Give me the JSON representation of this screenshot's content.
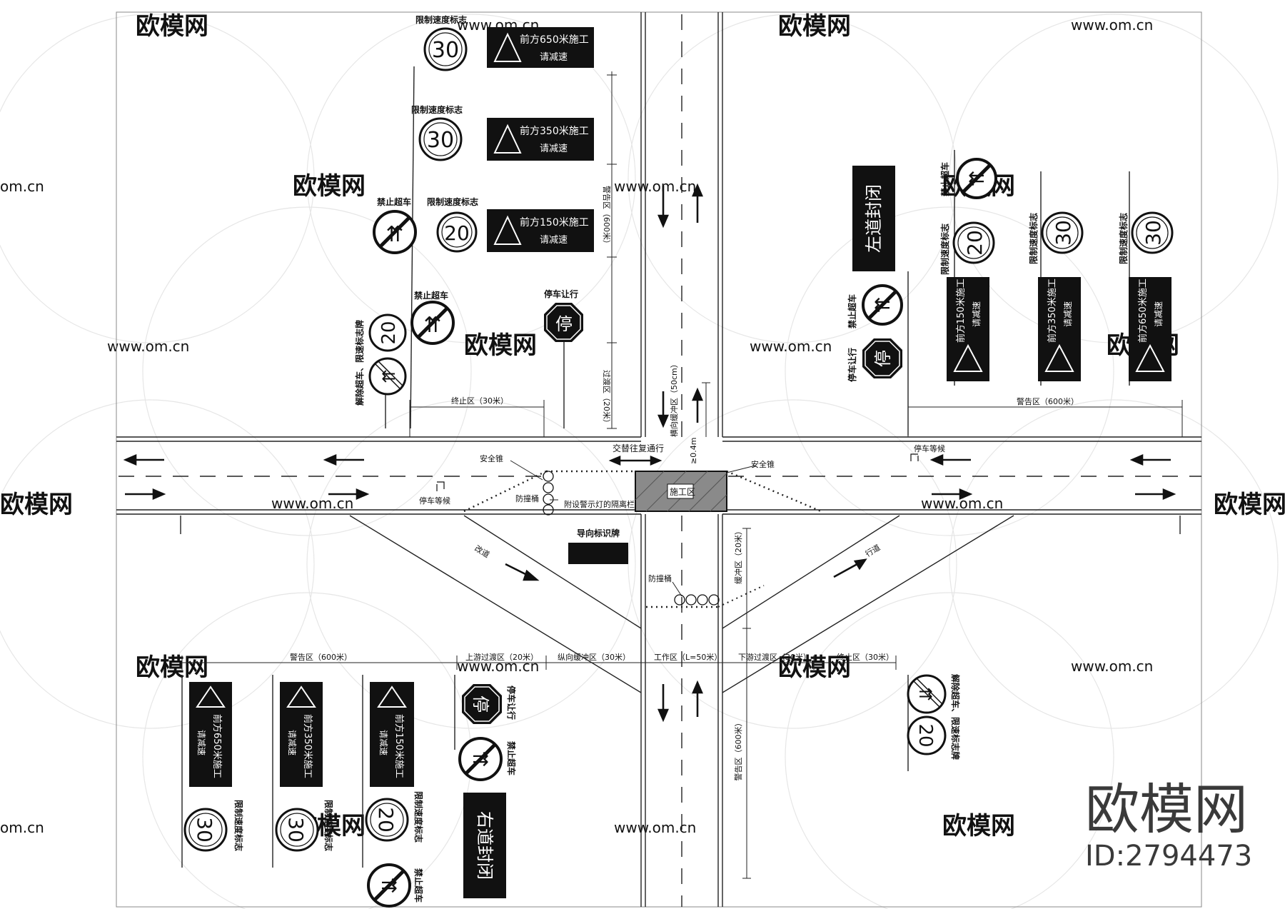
{
  "signs": {
    "speed_limit_label": "限制速度标志",
    "no_overtaking_label": "禁止超车",
    "stop_yield_label": "停车让行",
    "stop_char": "停",
    "end_restriction_label": "解除超车、限速标志牌",
    "warn_650": "前方650米施工",
    "warn_350": "前方350米施工",
    "warn_150": "前方150米施工",
    "slow_down": "请减速",
    "left_closed": "左道封闭",
    "right_closed": "右道封闭",
    "guide_sign": "导向标识牌",
    "speed_30": "30",
    "speed_20": "20"
  },
  "zones": {
    "warning_600": "警告区（600米）",
    "end_30": "终止区（30米）",
    "transition_20": "过渡区（20米）",
    "upstream_transition": "上游过渡区（20米）",
    "long_buffer": "纵向缓冲区（30米）",
    "work_zone": "工作区（L=50米）",
    "downstream_transition": "下游过渡区（30米）",
    "end_zone": "终止区（30米）",
    "buffer_20": "缓冲区（20米）",
    "lateral_buffer": "横向缓冲区（50cm）",
    "lateral_0": "≥0.4m",
    "construction": "施工区"
  },
  "annotations": {
    "safety_cone": "安全锥",
    "alternate_pass": "交替往复通行",
    "stop_wait": "停车等候",
    "barrier": "防撞桶",
    "warning_light": "附设警示灯的隔离栏",
    "detour": "改道",
    "track": "行道"
  },
  "watermark": {
    "brand_cn": "欧模网",
    "site": "www.om.cn",
    "site_short": "om.cn",
    "id": "ID:2794473"
  }
}
